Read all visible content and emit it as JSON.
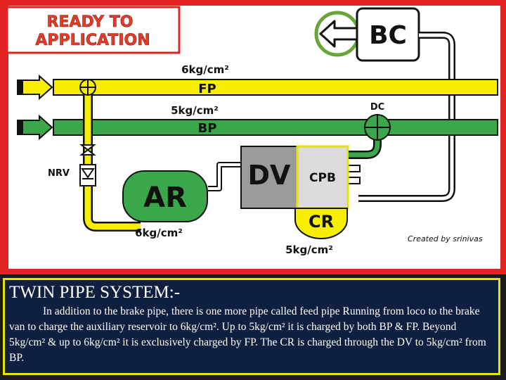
{
  "header": {
    "status_line1": "READY TO",
    "status_line2": "APPLICATION",
    "bc_label": "BC"
  },
  "diagram": {
    "fp_pressure": "6kg/cm²",
    "fp_label": "FP",
    "bp_pressure": "5kg/cm²",
    "bp_label": "BP",
    "dc_label": "DC",
    "nrv_label": "NRV",
    "ar_label": "AR",
    "ar_pressure": "6kg/cm²",
    "dv_label": "DV",
    "cpb_label": "CPB",
    "cr_label": "CR",
    "cr_pressure": "5kg/cm²",
    "credit": "Created by srinivas"
  },
  "description": {
    "title": "TWIN PIPE SYSTEM:-",
    "body": "In addition to the brake pipe, there is one more pipe called feed pipe Running from loco to the brake van to charge the auxiliary reservoir to 6kg/cm². Up to 5kg/cm² it is charged by both BP & FP. Beyond 5kg/cm² & up to 6kg/cm² it is exclusively charged by FP. The CR is charged through the DV to 5kg/cm² from BP."
  },
  "colors": {
    "frame_red": "#e32222",
    "feed_pipe_yellow": "#f7ee00",
    "brake_pipe_green": "#3aa84a",
    "status_red": "#e83a2a",
    "bc_ring_green": "#6aa53a",
    "panel_navy": "#0f1f3f",
    "panel_border": "#e8e200"
  }
}
